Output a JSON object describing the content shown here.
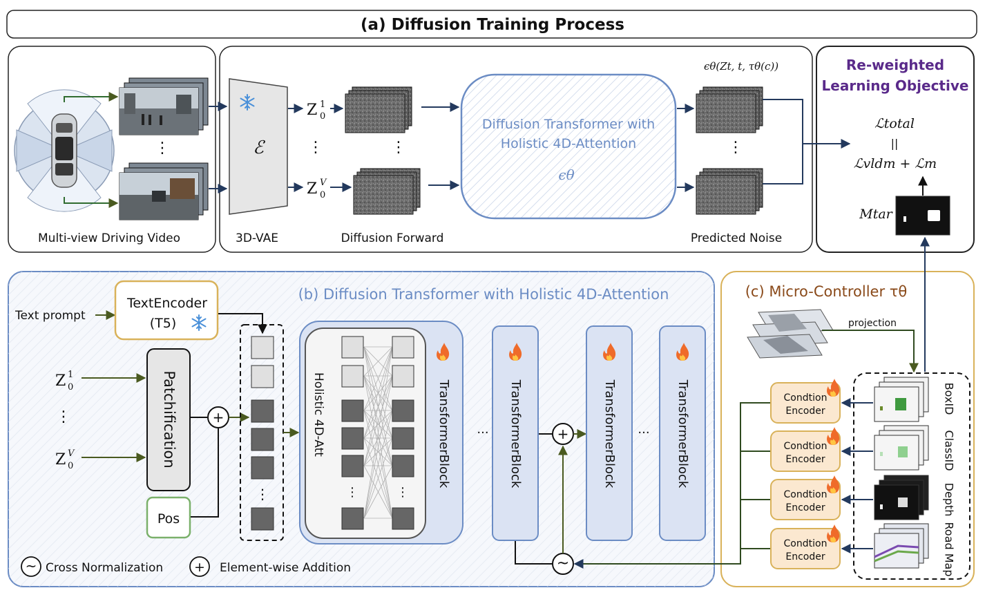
{
  "title": "(a) Diffusion Training Process",
  "panel_a": {
    "video_label": "Multi-view Driving Video",
    "vae_label": "3D-VAE",
    "encoder_symbol": "ℰ",
    "z0_1": "Z",
    "z0_sup_1": "1",
    "z0_sub": "0",
    "z0_v": "Z",
    "z0_sup_v": "V",
    "dots": "⋮",
    "forward_label": "Diffusion Forward",
    "dit_line1": "Diffusion Transformer with",
    "dit_line2": "Holistic 4D-Attention",
    "dit_symbol": "ϵθ",
    "eps_formula": "ϵθ(Zt, t, τθ(c))",
    "predicted_label": "Predicted Noise"
  },
  "objective": {
    "title_line1": "Re-weighted",
    "title_line2": "Learning Objective",
    "l_total": "ℒtotal",
    "equals": "||",
    "l_sum": "ℒvldm + ℒm",
    "m_tar": "Mtar"
  },
  "panel_b": {
    "title": "(b) Diffusion Transformer with Holistic 4D-Attention",
    "text_prompt": "Text prompt",
    "text_encoder_line1": "TextEncoder",
    "text_encoder_line2": "(T5)",
    "patchification": "Patchification",
    "pos": "Pos",
    "holistic_att": "Holistic 4D-Att",
    "transformer_block": "TransformerBlock",
    "ellipsis": "···",
    "plus": "+",
    "tilde": "~",
    "legend_cross_norm": "Cross Normalization",
    "legend_elementwise": "Element-wise Addition"
  },
  "panel_c": {
    "title": "(c) Micro-Controller τθ",
    "projection": "projection",
    "encoder_line1": "Condtion",
    "encoder_line2": "Encoder",
    "cond_labels": [
      "BoxID",
      "ClassID",
      "Depth",
      "Road Map"
    ]
  },
  "colors": {
    "accent_blue": "#6b8cc4",
    "panel_b_bg": "#eef2f9",
    "panel_c_border": "#d9b25a",
    "encoder_fill": "#fbe8d0",
    "objective_purple": "#5a2a8a",
    "arrow_green": "#4a5a20",
    "arrow_navy": "#23395d",
    "pos_green": "#7ab06a"
  },
  "icons": [
    "snowflake-icon",
    "fire-icon",
    "car-sensor-icon"
  ]
}
